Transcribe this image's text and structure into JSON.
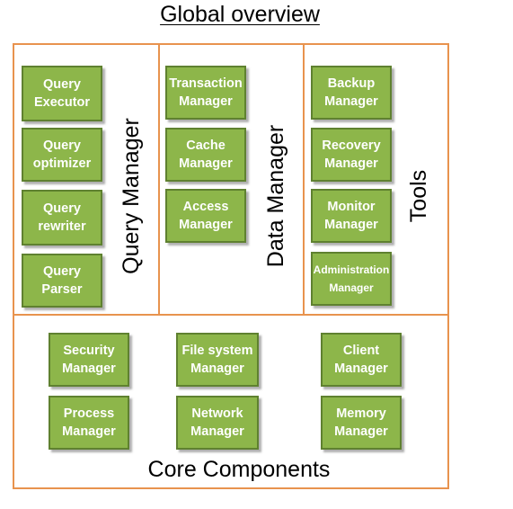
{
  "title": "Global overview",
  "sections": {
    "query_manager": "Query Manager",
    "data_manager": "Data Manager",
    "tools": "Tools",
    "core_components": "Core Components"
  },
  "boxes": {
    "query_executor": "Query Executor",
    "query_optimizer": "Query optimizer",
    "query_rewriter": "Query rewriter",
    "query_parser": "Query Parser",
    "transaction_manager": "Transaction Manager",
    "cache_manager": "Cache Manager",
    "access_manager": "Access Manager",
    "backup_manager": "Backup Manager",
    "recovery_manager": "Recovery Manager",
    "monitor_manager": "Monitor Manager",
    "administration_manager": "Administration Manager",
    "security_manager": "Security Manager",
    "file_system_manager": "File system Manager",
    "client_manager": "Client Manager",
    "process_manager": "Process Manager",
    "network_manager": "Network Manager",
    "memory_manager": "Memory Manager"
  }
}
